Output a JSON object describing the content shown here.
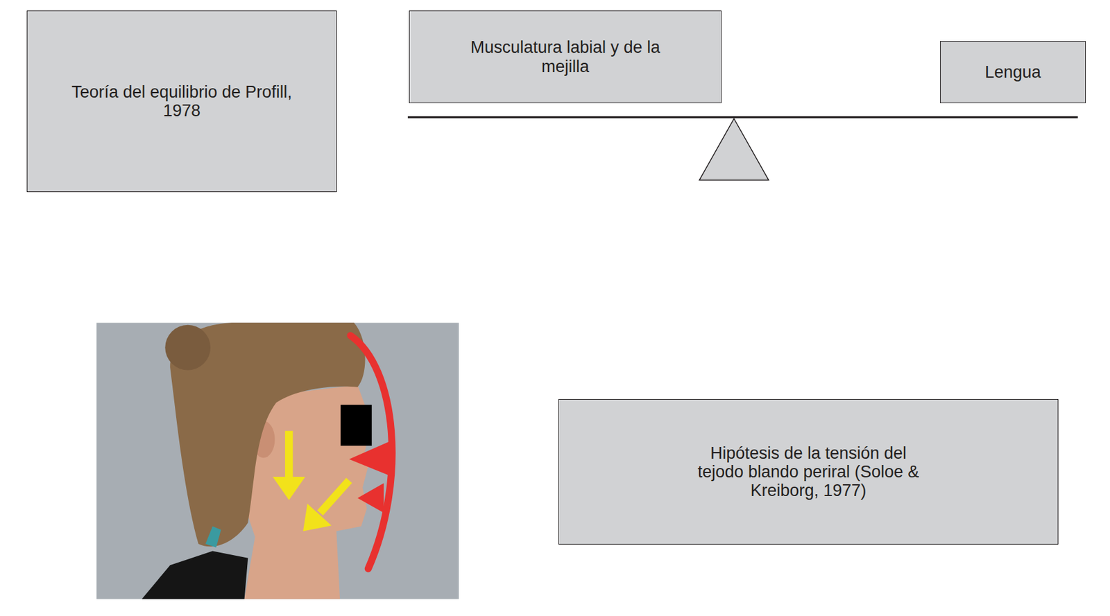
{
  "diagram": {
    "nodes": [
      {
        "text": [
          "Teoría del equilibrio de Profill, 1978"
        ]
      },
      {
        "text": [
          "Musculatura labial y de la mejilla"
        ]
      },
      {
        "text": [
          "Lengua"
        ]
      },
      {
        "text": [
          "Hipótesis de la tensión del tejodo blando periral (Soloe & Kreiborg, 1977)"
        ]
      }
    ]
  }
}
